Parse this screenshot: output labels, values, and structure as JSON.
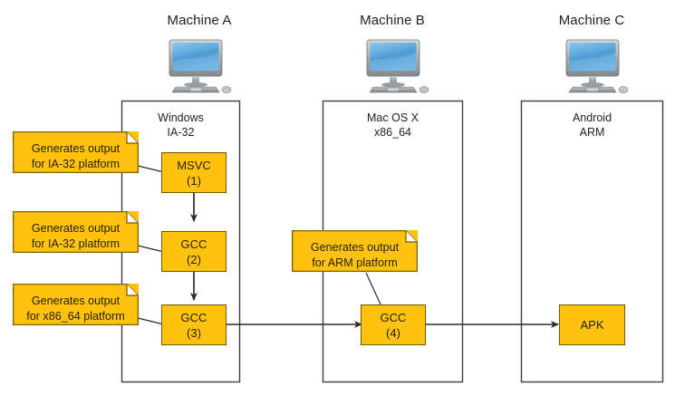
{
  "diagram": {
    "title_bar": "",
    "background_color": "#ffffff",
    "accent_color": "#FFC20E",
    "border_color": "#404040",
    "machines": [
      {
        "id": "machine-a",
        "title": "Machine A",
        "icon": "desktop-computer-icon",
        "os_line1": "Windows",
        "os_line2": "IA-32"
      },
      {
        "id": "machine-b",
        "title": "Machine B",
        "icon": "desktop-computer-icon",
        "os_line1": "Mac OS X",
        "os_line2": "x86_64"
      },
      {
        "id": "machine-c",
        "title": "Machine C",
        "icon": "desktop-computer-icon",
        "os_line1": "Android",
        "os_line2": "ARM"
      }
    ],
    "nodes": [
      {
        "id": "msvc-1",
        "line1": "MSVC",
        "line2": "(1)",
        "machine": "machine-a"
      },
      {
        "id": "gcc-2",
        "line1": "GCC",
        "line2": "(2)",
        "machine": "machine-a"
      },
      {
        "id": "gcc-3",
        "line1": "GCC",
        "line2": "(3)",
        "machine": "machine-a"
      },
      {
        "id": "gcc-4",
        "line1": "GCC",
        "line2": "(4)",
        "machine": "machine-b"
      },
      {
        "id": "apk",
        "line1": "APK",
        "line2": "",
        "machine": "machine-c"
      }
    ],
    "notes": [
      {
        "id": "note-1",
        "line1": "Generates output",
        "line2": "for IA-32 platform",
        "attached_to": "msvc-1"
      },
      {
        "id": "note-2",
        "line1": "Generates output",
        "line2": "for IA-32 platform",
        "attached_to": "gcc-2"
      },
      {
        "id": "note-3",
        "line1": "Generates output",
        "line2": "for x86_64 platform",
        "attached_to": "gcc-3"
      },
      {
        "id": "note-4",
        "line1": "Generates output",
        "line2": "for ARM platform",
        "attached_to": "gcc-4"
      }
    ],
    "arrows": [
      {
        "id": "arrow-msvc1-to-gcc2",
        "from": "msvc-1",
        "to": "gcc-2",
        "direction": "down"
      },
      {
        "id": "arrow-gcc2-to-gcc3",
        "from": "gcc-2",
        "to": "gcc-3",
        "direction": "down"
      },
      {
        "id": "arrow-gcc3-to-gcc4",
        "from": "gcc-3",
        "to": "gcc-4",
        "direction": "right"
      },
      {
        "id": "arrow-gcc4-to-apk",
        "from": "gcc-4",
        "to": "apk",
        "direction": "right"
      }
    ]
  }
}
